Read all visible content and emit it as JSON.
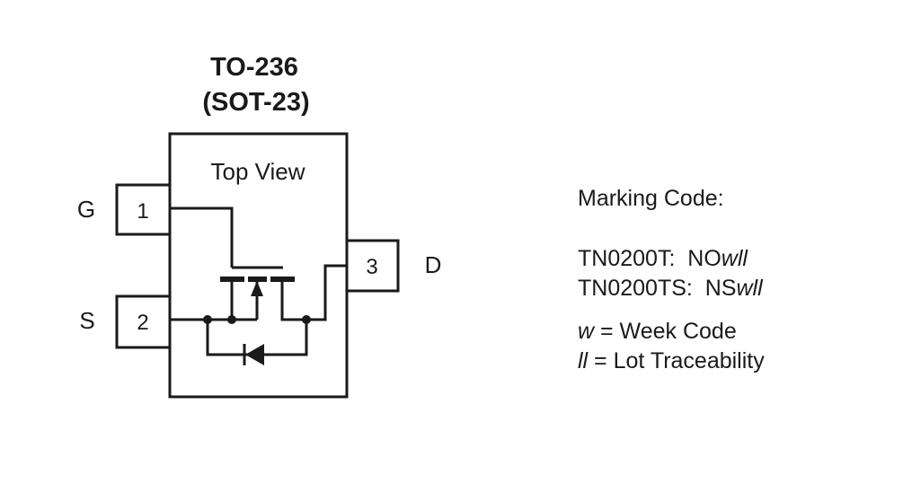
{
  "package": {
    "title_line1": "TO-236",
    "title_line2": "(SOT-23)",
    "view_label": "Top View"
  },
  "pins": [
    {
      "number": "1",
      "signal": "G"
    },
    {
      "number": "2",
      "signal": "S"
    },
    {
      "number": "3",
      "signal": "D"
    }
  ],
  "marking": {
    "heading": "Marking Code:",
    "codes": [
      {
        "part": "TN0200T:",
        "prefix": "NO",
        "suffix": "wll"
      },
      {
        "part": "TN0200TS:",
        "prefix": "NS",
        "suffix": "wll"
      }
    ],
    "legend": [
      {
        "symbol": "w",
        "text": " = Week Code"
      },
      {
        "symbol": "ll",
        "text": " = Lot Traceability"
      }
    ]
  },
  "colors": {
    "ink": "#1a1a1a",
    "background": "#ffffff"
  }
}
